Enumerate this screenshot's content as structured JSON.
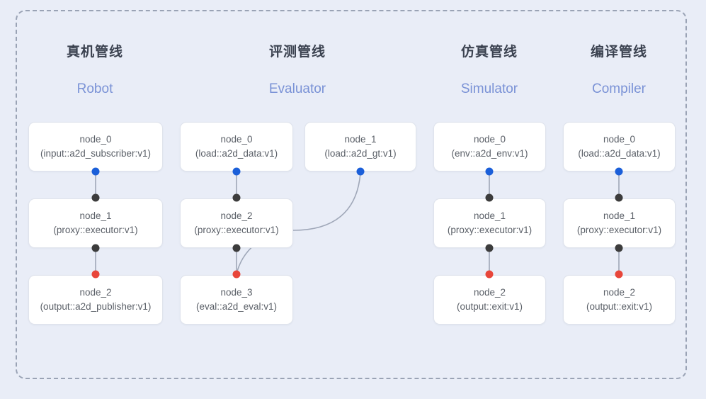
{
  "diagram": {
    "background_color": "#e9edf7",
    "frame_border_color": "#9aa3b5",
    "columns": [
      {
        "id": "robot",
        "title_cn": "真机管线",
        "title_en": "Robot",
        "nodes": [
          {
            "name": "node_0",
            "type": "(input::a2d_subscriber:v1)"
          },
          {
            "name": "node_1",
            "type": "(proxy::executor:v1)"
          },
          {
            "name": "node_2",
            "type": "(output::a2d_publisher:v1)"
          }
        ]
      },
      {
        "id": "evaluator",
        "title_cn": "评测管线",
        "title_en": "Evaluator",
        "nodes": [
          {
            "name": "node_0",
            "type": "(load::a2d_data:v1)"
          },
          {
            "name": "node_1",
            "type": "(load::a2d_gt:v1)"
          },
          {
            "name": "node_2",
            "type": "(proxy::executor:v1)"
          },
          {
            "name": "node_3",
            "type": "(eval::a2d_eval:v1)"
          }
        ]
      },
      {
        "id": "simulator",
        "title_cn": "仿真管线",
        "title_en": "Simulator",
        "nodes": [
          {
            "name": "node_0",
            "type": "(env::a2d_env:v1)"
          },
          {
            "name": "node_1",
            "type": "(proxy::executor:v1)"
          },
          {
            "name": "node_2",
            "type": "(output::exit:v1)"
          }
        ]
      },
      {
        "id": "compiler",
        "title_cn": "编译管线",
        "title_en": "Compiler",
        "nodes": [
          {
            "name": "node_0",
            "type": "(load::a2d_data:v1)"
          },
          {
            "name": "node_1",
            "type": "(proxy::executor:v1)"
          },
          {
            "name": "node_2",
            "type": "(output::exit:v1)"
          }
        ]
      }
    ],
    "port_colors": {
      "output": "#1b5fd9",
      "link": "#3c3c3c",
      "terminal": "#e8463a"
    }
  }
}
